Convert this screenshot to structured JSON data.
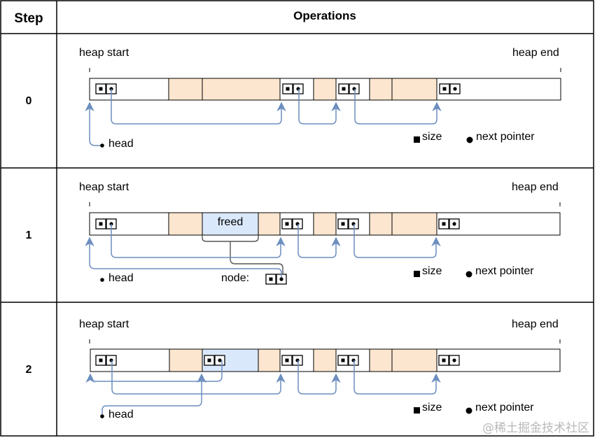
{
  "table": {
    "headers": {
      "step": "Step",
      "operations": "Operations"
    },
    "rows": [
      {
        "step": "0"
      },
      {
        "step": "1"
      },
      {
        "step": "2"
      }
    ]
  },
  "labels": {
    "heap_start": "heap start",
    "heap_end": "heap end",
    "head": "head",
    "size": "size",
    "next_pointer": "next pointer",
    "freed": "freed",
    "node": "node:"
  },
  "colors": {
    "used_block": "#fde6cf",
    "freed_block": "#dae8fc",
    "arrow": "#6c8ebf",
    "grey_line": "#555555",
    "border": "#000000"
  },
  "watermark": "@稀土掘金技术社区"
}
